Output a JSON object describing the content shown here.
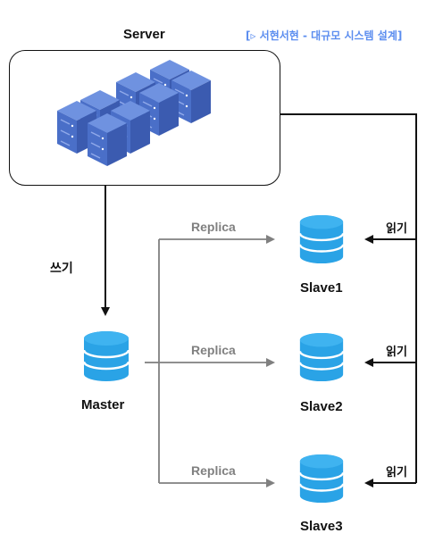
{
  "watermark": "[▹ 서현서현 - 대규모 시스템 설계]",
  "server": {
    "title": "Server"
  },
  "write_label": "쓰기",
  "master": {
    "label": "Master"
  },
  "replica_labels": [
    "Replica",
    "Replica",
    "Replica"
  ],
  "slaves": [
    {
      "label": "Slave1",
      "read_label": "읽기"
    },
    {
      "label": "Slave2",
      "read_label": "읽기"
    },
    {
      "label": "Slave3",
      "read_label": "읽기"
    }
  ],
  "colors": {
    "db_fill": "#2aa3e6",
    "db_lines": "#ffffff",
    "server_fill": "#4a6fc8",
    "server_dark": "#3b5bb0",
    "arrow_gray": "#808080",
    "arrow_black": "#111111",
    "accent": "#5b8def"
  }
}
